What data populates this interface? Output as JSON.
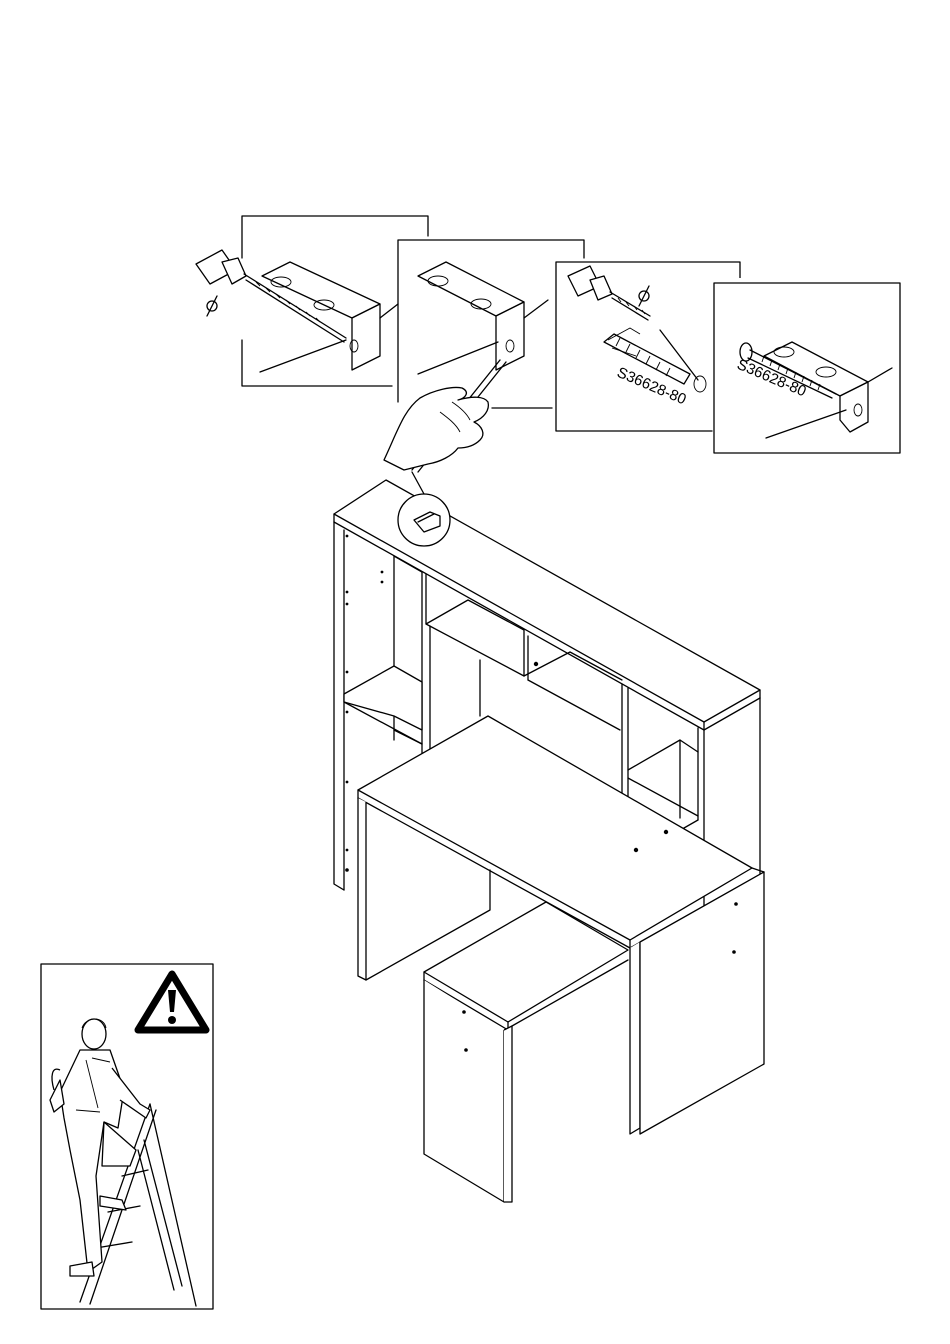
{
  "steps": [
    {
      "id": "drill",
      "symbol": "⌀"
    },
    {
      "id": "mark",
      "symbol": ""
    },
    {
      "id": "plug",
      "symbol": "⌀",
      "part_code": "S36628-80"
    },
    {
      "id": "screw",
      "symbol": "",
      "part_code": "S36628-80"
    }
  ],
  "warning": {
    "icon": "warning-triangle-icon",
    "scene": "person-on-stepladder"
  },
  "colors": {
    "line": "#000000",
    "paper": "#ffffff"
  }
}
